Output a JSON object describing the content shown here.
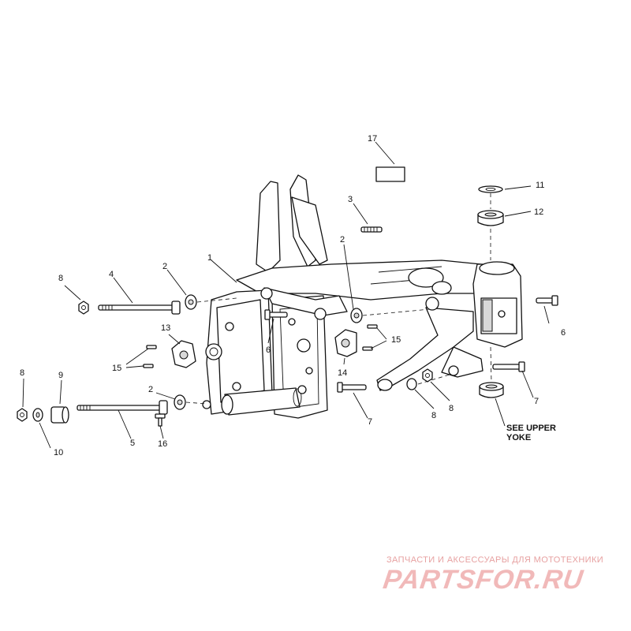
{
  "diagram": {
    "callouts": {
      "c1": "1",
      "c2a": "2",
      "c2b": "2",
      "c2c": "2",
      "c3": "3",
      "c4": "4",
      "c5": "5",
      "c6a": "6",
      "c6b": "6",
      "c7a": "7",
      "c7b": "7",
      "c8a": "8",
      "c8b": "8",
      "c8c": "8",
      "c8d": "8",
      "c9": "9",
      "c10": "10",
      "c11": "11",
      "c12": "12",
      "c13": "13",
      "c14": "14",
      "c15a": "15",
      "c15b": "15",
      "c16": "16",
      "c17": "17"
    },
    "note_line1": "SEE UPPER",
    "note_line2": "YOKE"
  },
  "watermark": {
    "tagline": "ЗАПЧАСТИ И АКСЕССУАРЫ ДЛЯ МОТОТЕХНИКИ",
    "logo": "PARTSFOR.RU"
  },
  "colors": {
    "watermark": "#e7a1a1",
    "line": "#111111"
  }
}
